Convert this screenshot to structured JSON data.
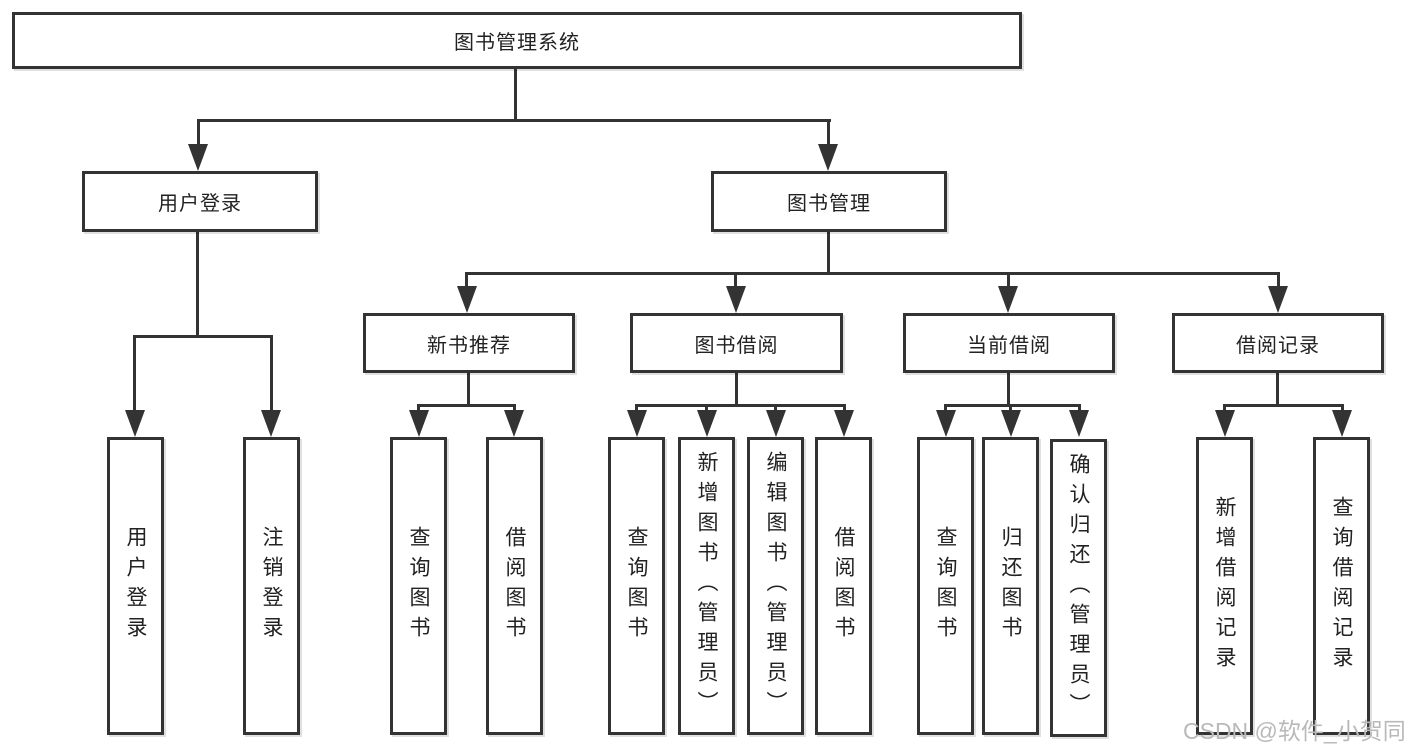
{
  "colors": {
    "line": "#333333",
    "text": "#222222",
    "watermark": "#b9b9b9",
    "background": "#ffffff"
  },
  "diagram": {
    "root": {
      "label": "图书管理系统"
    },
    "level2": [
      {
        "label": "用户登录"
      },
      {
        "label": "图书管理"
      }
    ],
    "level3": [
      {
        "label": "新书推荐",
        "parent": "图书管理"
      },
      {
        "label": "图书借阅",
        "parent": "图书管理"
      },
      {
        "label": "当前借阅",
        "parent": "图书管理"
      },
      {
        "label": "借阅记录",
        "parent": "图书管理"
      }
    ],
    "leaves": [
      {
        "label": "用户登录",
        "parent": "用户登录"
      },
      {
        "label": "注销登录",
        "parent": "用户登录"
      },
      {
        "label": "查询图书",
        "parent": "新书推荐"
      },
      {
        "label": "借阅图书",
        "parent": "新书推荐"
      },
      {
        "label": "查询图书",
        "parent": "图书借阅"
      },
      {
        "label": "新增图书（管理员）",
        "parent": "图书借阅"
      },
      {
        "label": "编辑图书（管理员）",
        "parent": "图书借阅"
      },
      {
        "label": "借阅图书",
        "parent": "图书借阅"
      },
      {
        "label": "查询图书",
        "parent": "当前借阅"
      },
      {
        "label": "归还图书",
        "parent": "当前借阅"
      },
      {
        "label": "确认归还（管理员）",
        "parent": "当前借阅"
      },
      {
        "label": "新增借阅记录",
        "parent": "借阅记录"
      },
      {
        "label": "查询借阅记录",
        "parent": "借阅记录"
      }
    ]
  },
  "watermark": {
    "text": "CSDN @软件_小贺同学"
  }
}
